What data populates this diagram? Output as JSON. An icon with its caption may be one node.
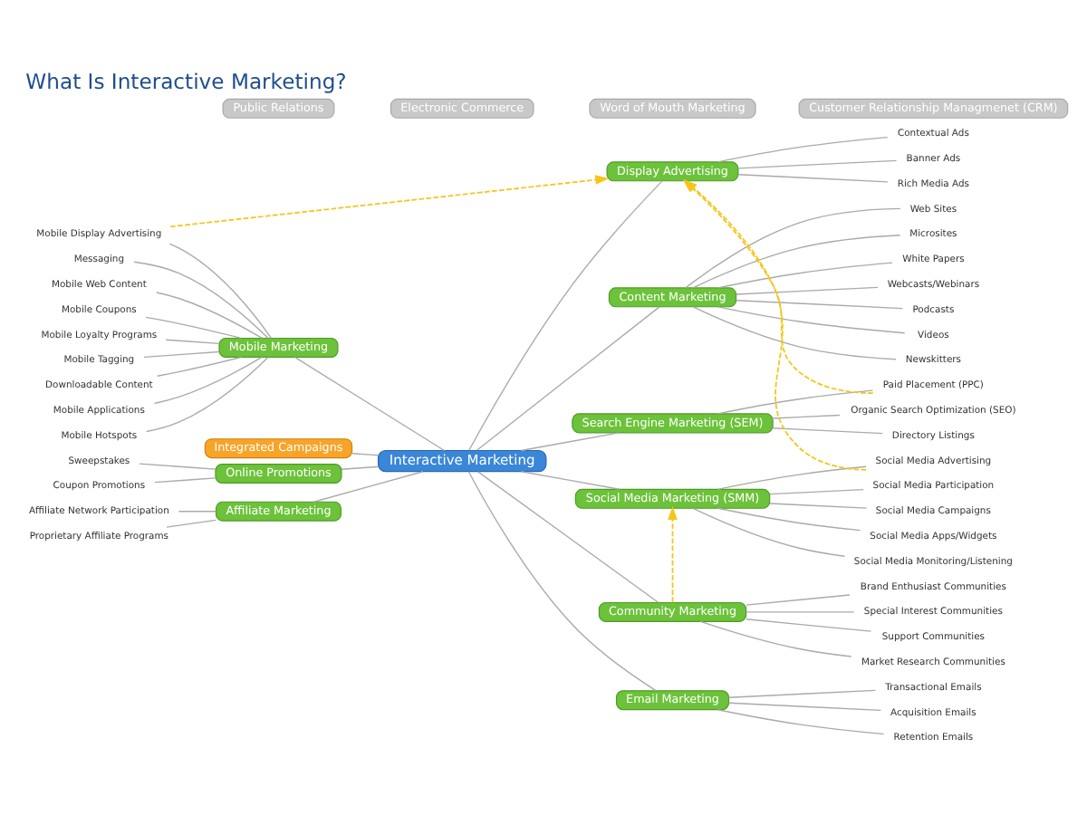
{
  "diagram": {
    "title": "What Is Interactive Marketing?",
    "nodes": [
      {
        "text": [
          "Interactive Marketing"
        ]
      },
      {
        "text": [
          "Content Marketing"
        ]
      },
      {
        "text": [
          "Web Sites"
        ]
      },
      {
        "text": [
          "Microsites"
        ]
      },
      {
        "text": [
          "White Papers"
        ]
      },
      {
        "text": [
          "Webcasts/Webinars"
        ]
      },
      {
        "text": [
          "Podcasts"
        ]
      },
      {
        "text": [
          "Videos"
        ]
      },
      {
        "text": [
          "Newskitters"
        ]
      },
      {
        "text": [
          "Search Engine Marketing (SEM)"
        ]
      },
      {
        "text": [
          "Organic Search Optimization (SEO)"
        ]
      },
      {
        "text": [
          "Directory Listings"
        ]
      },
      {
        "text": [
          "Paid Placement (PPC)"
        ]
      },
      {
        "text": [
          "Display Advertising"
        ]
      },
      {
        "text": [
          "Contextual Ads"
        ]
      },
      {
        "text": [
          "Banner Ads"
        ]
      },
      {
        "text": [
          "Rich Media Ads"
        ]
      },
      {
        "text": [
          "Social Media Marketing (SMM)"
        ]
      },
      {
        "text": [
          "Social Media Advertising"
        ]
      },
      {
        "text": [
          "Social Media Participation"
        ]
      },
      {
        "text": [
          "Social Media Campaigns"
        ]
      },
      {
        "text": [
          "Social Media Apps/Widgets"
        ]
      },
      {
        "text": [
          "Social Media Monitoring/Listening"
        ]
      },
      {
        "text": [
          "Community Marketing"
        ]
      },
      {
        "text": [
          "Brand Enthusiast Communities"
        ]
      },
      {
        "text": [
          "Special Interest Communities"
        ]
      },
      {
        "text": [
          "Support Communities"
        ]
      },
      {
        "text": [
          "Market Research Communities"
        ]
      },
      {
        "text": [
          "Email Marketing"
        ]
      },
      {
        "text": [
          "Transactional Emails"
        ]
      },
      {
        "text": [
          "Acquisition Emails"
        ]
      },
      {
        "text": [
          "Retention Emails"
        ]
      },
      {
        "text": [
          "Integrated Campaigns"
        ]
      },
      {
        "text": [
          "Mobile Marketing"
        ]
      },
      {
        "text": [
          "Messaging"
        ]
      },
      {
        "text": [
          "Mobile Web Content"
        ]
      },
      {
        "text": [
          "Mobile Coupons"
        ]
      },
      {
        "text": [
          "Mobile Loyalty Programs"
        ]
      },
      {
        "text": [
          "Mobile Tagging"
        ]
      },
      {
        "text": [
          "Mobile Display Advertising"
        ]
      },
      {
        "text": [
          "Downloadable Content"
        ]
      },
      {
        "text": [
          "Mobile Applications"
        ]
      },
      {
        "text": [
          "Mobile Hotspots"
        ]
      },
      {
        "text": [
          "Online Promotions"
        ]
      },
      {
        "text": [
          "Sweepstakes"
        ]
      },
      {
        "text": [
          "Coupon Promotions"
        ]
      },
      {
        "text": [
          "Affiliate Marketing"
        ]
      },
      {
        "text": [
          "Affiliate Network Participation"
        ]
      },
      {
        "text": [
          "Proprietary Affiliate Programs"
        ]
      },
      {
        "text": [
          "Public Relations"
        ]
      },
      {
        "text": [
          "Electronic Commerce"
        ]
      },
      {
        "text": [
          "Word of Mouth Marketing"
        ]
      },
      {
        "text": [
          "Customer Relationship Managmenet (CRM)"
        ]
      }
    ],
    "edges": [
      {
        "from": 0,
        "to": 1,
        "arrow": "none"
      },
      {
        "from": 1,
        "to": 2,
        "arrow": "none"
      },
      {
        "from": 1,
        "to": 3,
        "arrow": "none"
      },
      {
        "from": 1,
        "to": 4,
        "arrow": "none"
      },
      {
        "from": 1,
        "to": 5,
        "arrow": "none"
      },
      {
        "from": 1,
        "to": 6,
        "arrow": "none"
      },
      {
        "from": 1,
        "to": 7,
        "arrow": "none"
      },
      {
        "from": 1,
        "to": 8,
        "arrow": "none"
      },
      {
        "from": 0,
        "to": 9,
        "arrow": "none"
      },
      {
        "from": 9,
        "to": 10,
        "arrow": "none"
      },
      {
        "from": 9,
        "to": 11,
        "arrow": "none"
      },
      {
        "from": 9,
        "to": 12,
        "arrow": "none"
      },
      {
        "from": 0,
        "to": 13,
        "arrow": "none"
      },
      {
        "from": 13,
        "to": 14,
        "arrow": "none"
      },
      {
        "from": 13,
        "to": 15,
        "arrow": "none"
      },
      {
        "from": 13,
        "to": 16,
        "arrow": "none"
      },
      {
        "from": 0,
        "to": 17,
        "arrow": "none"
      },
      {
        "from": 17,
        "to": 18,
        "arrow": "none"
      },
      {
        "from": 17,
        "to": 19,
        "arrow": "none"
      },
      {
        "from": 17,
        "to": 20,
        "arrow": "none"
      },
      {
        "from": 17,
        "to": 21,
        "arrow": "none"
      },
      {
        "from": 17,
        "to": 22,
        "arrow": "none"
      },
      {
        "from": 0,
        "to": 23,
        "arrow": "none"
      },
      {
        "from": 23,
        "to": 24,
        "arrow": "none"
      },
      {
        "from": 23,
        "to": 25,
        "arrow": "none"
      },
      {
        "from": 23,
        "to": 26,
        "arrow": "none"
      },
      {
        "from": 23,
        "to": 27,
        "arrow": "none"
      },
      {
        "from": 0,
        "to": 28,
        "arrow": "none"
      },
      {
        "from": 28,
        "to": 29,
        "arrow": "none"
      },
      {
        "from": 28,
        "to": 30,
        "arrow": "none"
      },
      {
        "from": 28,
        "to": 31,
        "arrow": "none"
      },
      {
        "from": 0,
        "to": 32,
        "arrow": "none"
      },
      {
        "from": 0,
        "to": 33,
        "arrow": "none"
      },
      {
        "from": 33,
        "to": 34,
        "arrow": "none"
      },
      {
        "from": 33,
        "to": 35,
        "arrow": "none"
      },
      {
        "from": 33,
        "to": 36,
        "arrow": "none"
      },
      {
        "from": 33,
        "to": 37,
        "arrow": "none"
      },
      {
        "from": 33,
        "to": 38,
        "arrow": "none"
      },
      {
        "from": 33,
        "to": 39,
        "arrow": "none"
      },
      {
        "from": 33,
        "to": 40,
        "arrow": "none"
      },
      {
        "from": 33,
        "to": 41,
        "arrow": "none"
      },
      {
        "from": 33,
        "to": 42,
        "arrow": "none"
      },
      {
        "from": 0,
        "to": 43,
        "arrow": "none"
      },
      {
        "from": 43,
        "to": 44,
        "arrow": "none"
      },
      {
        "from": 43,
        "to": 45,
        "arrow": "none"
      },
      {
        "from": 0,
        "to": 46,
        "arrow": "none"
      },
      {
        "from": 46,
        "to": 47,
        "arrow": "none"
      },
      {
        "from": 46,
        "to": 48,
        "arrow": "none"
      },
      {
        "from": 39,
        "to": 13,
        "arrow": "to",
        "style": "dashed",
        "color": "#f5c518"
      },
      {
        "from": 12,
        "to": 13,
        "arrow": "to",
        "style": "dashed",
        "color": "#f5c518"
      },
      {
        "from": 18,
        "to": 13,
        "arrow": "to",
        "style": "dashed",
        "color": "#f5c518"
      },
      {
        "from": 23,
        "to": 17,
        "arrow": "to",
        "style": "dashed",
        "color": "#f5c518"
      }
    ]
  }
}
